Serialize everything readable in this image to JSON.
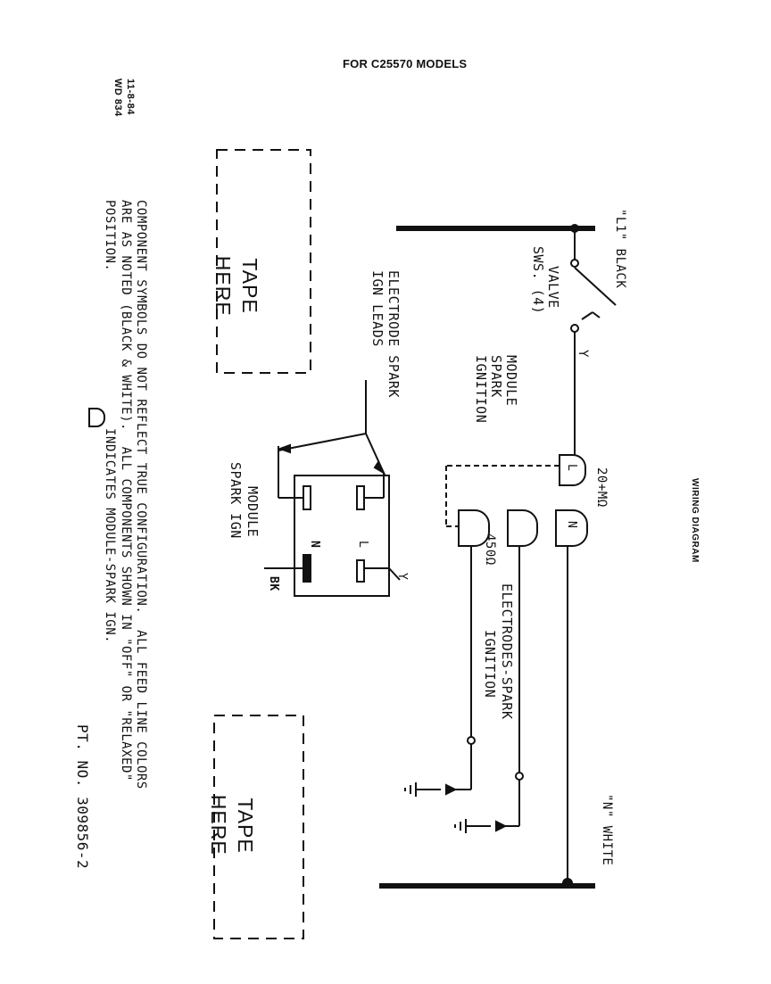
{
  "header": {
    "title": "FOR C25570 MODELS"
  },
  "margin_code": {
    "date": "11-8-84",
    "code": "WD 834"
  },
  "wiring_diagram_label": "WIRING DIAGRAM",
  "lines": {
    "l1": "\"L1\" BLACK",
    "n": "\"N\" WHITE"
  },
  "labels": {
    "valve_line1": "VALVE",
    "valve_line2": "SWS. (4)",
    "wire_y1": "Y",
    "module_line1": "MODULE",
    "module_line2": "SPARK",
    "module_line3": "IGNITION",
    "terminal_l": "L",
    "terminal_n": "N",
    "resistance_l": "20+MΩ",
    "resistance_spark": "450Ω",
    "electrodes_line1": "ELECTRODES-SPARK",
    "electrodes_line2": "IGNITION",
    "electrode_leads_line1": "ELECTRODE SPARK",
    "electrode_leads_line2": "IGN LEADS",
    "module_spark_ign_line1": "MODULE",
    "module_spark_ign_line2": "SPARK IGN",
    "pin_n": "N",
    "pin_l": "L",
    "wire_y2": "Y",
    "wire_bk": "BK"
  },
  "tape_boxes": [
    {
      "line1": "TAPE",
      "line2": "HERE"
    },
    {
      "line1": "TAPE",
      "line2": "HERE"
    }
  ],
  "notes": {
    "line1": "COMPONENT SYMBOLS DO NOT REFLECT TRUE CONFIGURATION.  ALL FEED LINE COLORS",
    "line2": "ARE AS NOTED (BLACK & WHITE).  ALL COMPONENTS SHOWN IN \"OFF\" OR \"RELAXED\"",
    "line3_a": "POSITION.",
    "line3_b": "INDICATES MODULE-SPARK IGN."
  },
  "part_number": "PT. NO. 309856-2"
}
